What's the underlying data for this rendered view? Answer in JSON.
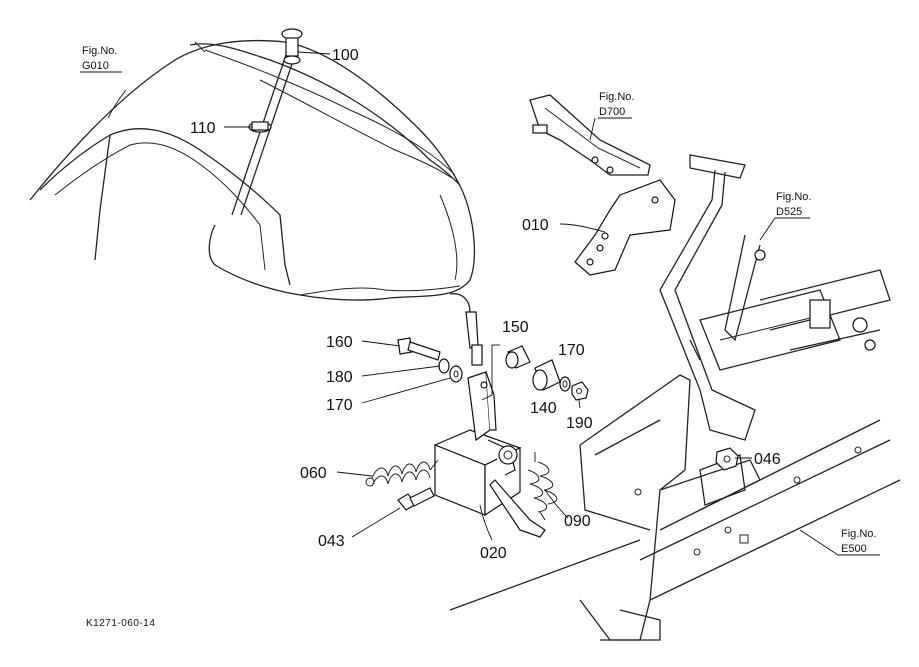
{
  "parts": [
    {
      "id": "p100",
      "label": "100"
    },
    {
      "id": "p110",
      "label": "110"
    },
    {
      "id": "p010",
      "label": "010"
    },
    {
      "id": "p150",
      "label": "150"
    },
    {
      "id": "p160",
      "label": "160"
    },
    {
      "id": "p180",
      "label": "180"
    },
    {
      "id": "p170a",
      "label": "170"
    },
    {
      "id": "p170b",
      "label": "170"
    },
    {
      "id": "p140",
      "label": "140"
    },
    {
      "id": "p190",
      "label": "190"
    },
    {
      "id": "p060",
      "label": "060"
    },
    {
      "id": "p043",
      "label": "043"
    },
    {
      "id": "p020",
      "label": "020"
    },
    {
      "id": "p090",
      "label": "090"
    },
    {
      "id": "p046",
      "label": "046"
    }
  ],
  "figure_refs": [
    {
      "id": "g010",
      "line1": "Fig.No.",
      "line2": "G010"
    },
    {
      "id": "d700",
      "line1": "Fig.No.",
      "line2": "D700"
    },
    {
      "id": "d525",
      "line1": "Fig.No.",
      "line2": "D525"
    },
    {
      "id": "e500",
      "line1": "Fig.No.",
      "line2": "E500"
    }
  ],
  "drawing_code": "K1271-060-14"
}
